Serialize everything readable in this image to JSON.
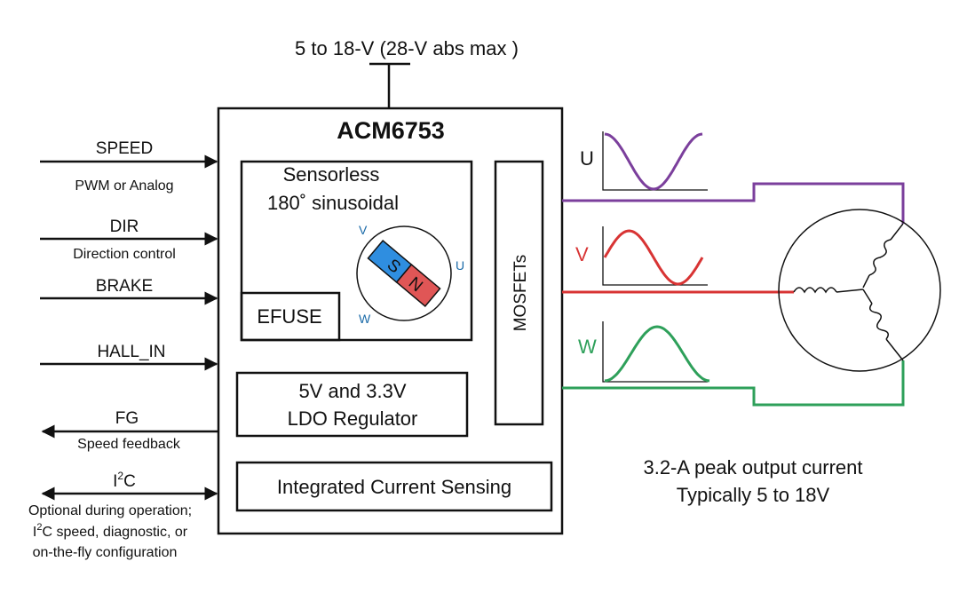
{
  "supply_label": "5 to 18-V (28-V abs max )",
  "chip_name": "ACM6753",
  "inputs": {
    "speed": {
      "name": "SPEED",
      "desc": "PWM or Analog"
    },
    "dir": {
      "name": "DIR",
      "desc": "Direction control"
    },
    "brake": {
      "name": "BRAKE"
    },
    "hall_in": {
      "name": "HALL_IN"
    },
    "fg": {
      "name": "FG",
      "desc": "Speed feedback"
    },
    "i2c": {
      "name_main": "I",
      "name_sup": "2",
      "name_tail": "C",
      "desc_line1": "Optional during operation;",
      "desc_line2_main": "I",
      "desc_line2_sup": "2",
      "desc_line2_tail": "C speed, diagnostic, or",
      "desc_line3": "on-the-fly configuration"
    }
  },
  "sensorless": {
    "line1": "Sensorless",
    "line2": "180˚ sinusoidal",
    "rotor_s": "S",
    "rotor_n": "N",
    "phase_v": "V",
    "phase_u": "U",
    "phase_w": "W"
  },
  "efuse_label": "EFUSE",
  "mosfets_label": "MOSFETs",
  "ldo": {
    "line1": "5V and 3.3V",
    "line2": "LDO Regulator"
  },
  "current_sensing_label": "Integrated Current Sensing",
  "phases": {
    "u": {
      "label": "U",
      "color": "#7b3f9c"
    },
    "v": {
      "label": "V",
      "color": "#d83434"
    },
    "w": {
      "label": "W",
      "color": "#2ea05a"
    }
  },
  "output": {
    "line1": "3.2-A peak output current",
    "line2": "Typically 5 to 18V"
  },
  "colors": {
    "rotor_s": "#2f8ee0",
    "rotor_n": "#e05656",
    "small_phase_text": "#1a6aa8",
    "phase_v_text": "#d83434",
    "phase_w_text": "#2ea05a"
  }
}
